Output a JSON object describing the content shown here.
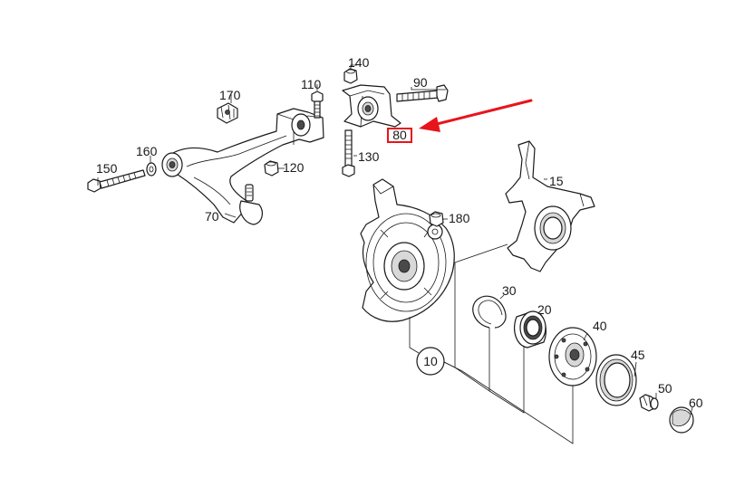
{
  "callouts": {
    "p10": "10",
    "p15": "15",
    "p20": "20",
    "p30": "30",
    "p40": "40",
    "p45": "45",
    "p50": "50",
    "p60": "60",
    "p70": "70",
    "p80": "80",
    "p90": "90",
    "p110": "110",
    "p120": "120",
    "p130": "130",
    "p140": "140",
    "p150": "150",
    "p160": "160",
    "p170": "170",
    "p180": "180"
  },
  "highlight": {
    "target": "80",
    "arrow_color": "#e8141b",
    "box_color": "#e8141b"
  },
  "icons": {
    "arrow": "red-pointer-arrow"
  }
}
